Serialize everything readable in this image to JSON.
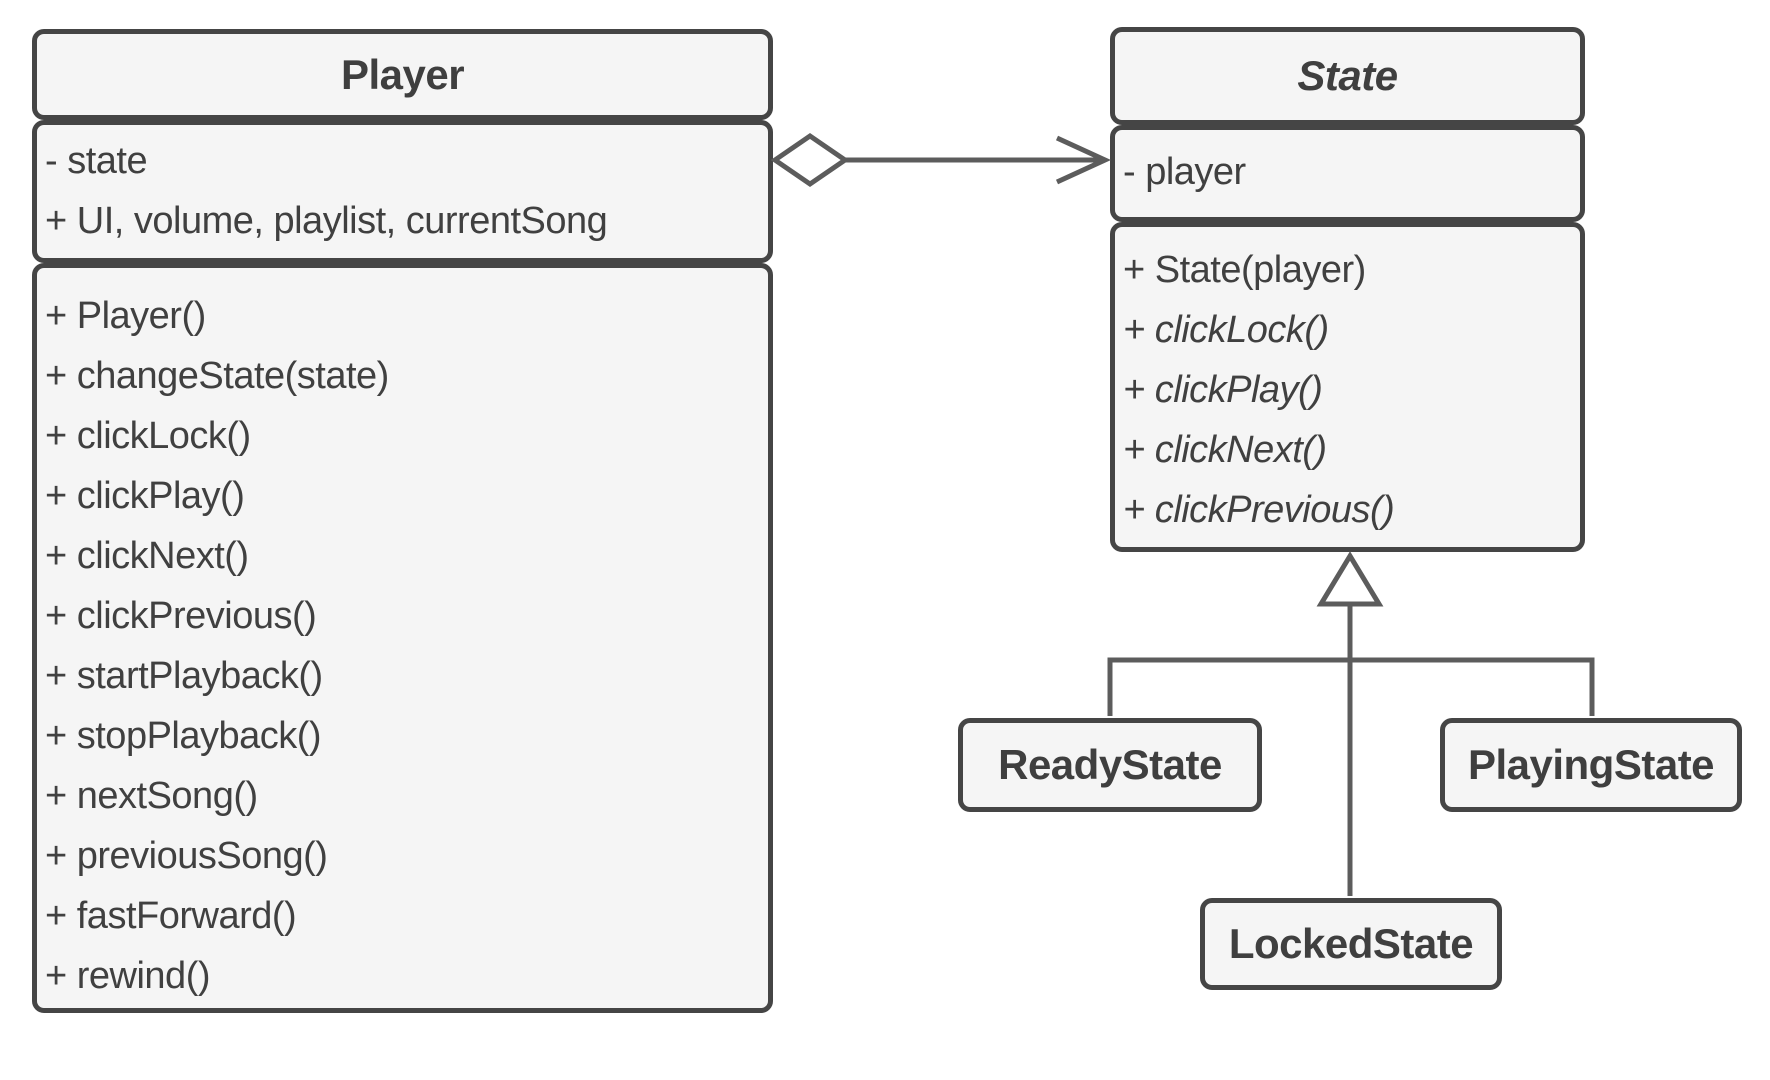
{
  "diagram": {
    "kind": "uml-class-diagram",
    "pattern": "State",
    "classes": {
      "player": {
        "name": "Player",
        "abstract": false,
        "attributes": [
          "- state",
          "+ UI, volume, playlist, currentSong"
        ],
        "methods": [
          "+ Player()",
          "+ changeState(state)",
          "+ clickLock()",
          "+ clickPlay()",
          "+ clickNext()",
          "+ clickPrevious()",
          "+ startPlayback()",
          "+ stopPlayback()",
          "+ nextSong()",
          "+ previousSong()",
          "+ fastForward()",
          "+ rewind()"
        ]
      },
      "state": {
        "name": "State",
        "abstract": true,
        "attributes": [
          "- player"
        ],
        "methods": [
          {
            "text": "+ State(player)",
            "italic": false
          },
          {
            "text": "+ clickLock()",
            "italic": true
          },
          {
            "text": "+ clickPlay()",
            "italic": true
          },
          {
            "text": "+ clickNext()",
            "italic": true
          },
          {
            "text": "+ clickPrevious()",
            "italic": true
          }
        ]
      },
      "ready": {
        "name": "ReadyState"
      },
      "playing": {
        "name": "PlayingState"
      },
      "locked": {
        "name": "LockedState"
      }
    },
    "relationships": [
      {
        "from": "Player",
        "to": "State",
        "type": "aggregation-arrow"
      },
      {
        "from": "ReadyState",
        "to": "State",
        "type": "inheritance"
      },
      {
        "from": "PlayingState",
        "to": "State",
        "type": "inheritance"
      },
      {
        "from": "LockedState",
        "to": "State",
        "type": "inheritance"
      }
    ],
    "colors": {
      "box_fill": "#f5f5f5",
      "box_border": "#454545",
      "text": "#404040",
      "connector": "#5c5c5c",
      "background": "#ffffff"
    }
  }
}
